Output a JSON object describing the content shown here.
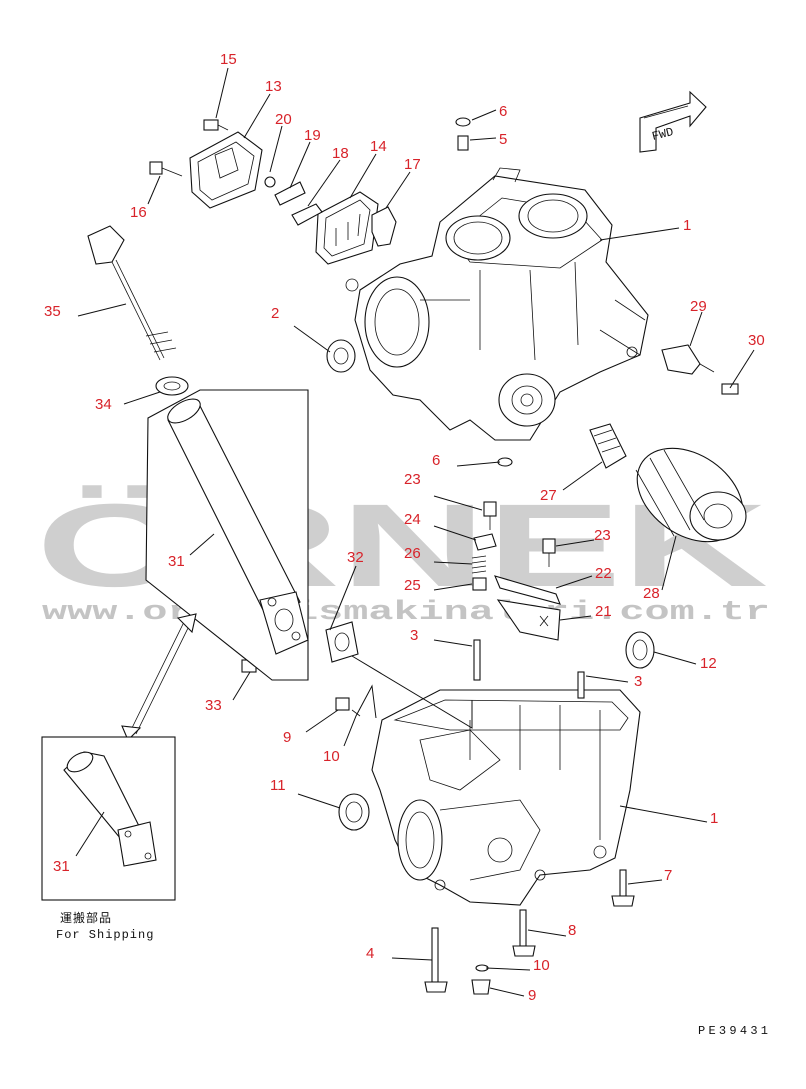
{
  "watermark": {
    "brand": "ÖRNEK",
    "url": "www.orneksismakinalari.com.tr"
  },
  "direction_marker": {
    "label": "FWD",
    "icon": "arrow-right-icon"
  },
  "drawing_number": "PE39431",
  "shipping_box": {
    "label_jp": "運搬部品",
    "label_en": "For Shipping"
  },
  "callouts": [
    {
      "id": "c15",
      "text": "15"
    },
    {
      "id": "c13",
      "text": "13"
    },
    {
      "id": "c20",
      "text": "20"
    },
    {
      "id": "c19",
      "text": "19"
    },
    {
      "id": "c18",
      "text": "18"
    },
    {
      "id": "c14",
      "text": "14"
    },
    {
      "id": "c17",
      "text": "17"
    },
    {
      "id": "c16",
      "text": "16"
    },
    {
      "id": "c6a",
      "text": "6"
    },
    {
      "id": "c5",
      "text": "5"
    },
    {
      "id": "c1a",
      "text": "1"
    },
    {
      "id": "c35",
      "text": "35"
    },
    {
      "id": "c2",
      "text": "2"
    },
    {
      "id": "c29",
      "text": "29"
    },
    {
      "id": "c30",
      "text": "30"
    },
    {
      "id": "c34",
      "text": "34"
    },
    {
      "id": "c6b",
      "text": "6"
    },
    {
      "id": "c23a",
      "text": "23"
    },
    {
      "id": "c27",
      "text": "27"
    },
    {
      "id": "c24",
      "text": "24"
    },
    {
      "id": "c23b",
      "text": "23"
    },
    {
      "id": "c31a",
      "text": "31"
    },
    {
      "id": "c26",
      "text": "26"
    },
    {
      "id": "c32",
      "text": "32"
    },
    {
      "id": "c22",
      "text": "22"
    },
    {
      "id": "c25",
      "text": "25"
    },
    {
      "id": "c28",
      "text": "28"
    },
    {
      "id": "c21",
      "text": "21"
    },
    {
      "id": "c3a",
      "text": "3"
    },
    {
      "id": "c12",
      "text": "12"
    },
    {
      "id": "c3b",
      "text": "3"
    },
    {
      "id": "c33",
      "text": "33"
    },
    {
      "id": "c9a",
      "text": "9"
    },
    {
      "id": "c10a",
      "text": "10"
    },
    {
      "id": "c11",
      "text": "11"
    },
    {
      "id": "c1b",
      "text": "1"
    },
    {
      "id": "c31b",
      "text": "31"
    },
    {
      "id": "c7",
      "text": "7"
    },
    {
      "id": "c8",
      "text": "8"
    },
    {
      "id": "c4",
      "text": "4"
    },
    {
      "id": "c10b",
      "text": "10"
    },
    {
      "id": "c9b",
      "text": "9"
    }
  ]
}
